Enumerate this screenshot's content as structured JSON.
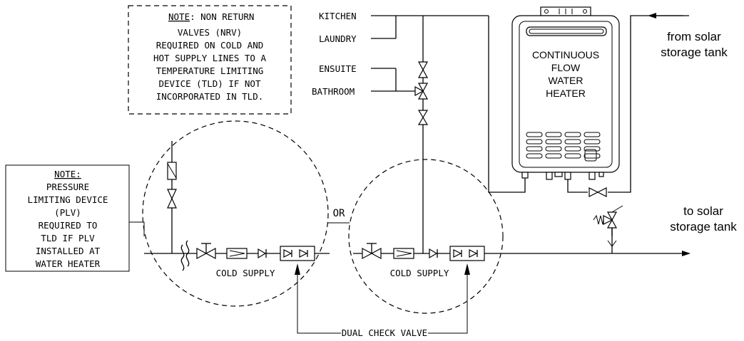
{
  "note_nrv": {
    "title": "NOTE",
    "lines": [
      ": NON RETURN",
      "VALVES (NRV)",
      "REQUIRED ON COLD AND",
      "HOT SUPPLY LINES TO A",
      "TEMPERATURE LIMITING",
      "DEVICE (TLD) IF NOT",
      "INCORPORATED IN TLD."
    ]
  },
  "note_plv": {
    "title": "NOTE:",
    "lines": [
      "PRESSURE",
      "LIMITING DEVICE",
      "(PLV)",
      "REQUIRED TO",
      "TLD IF PLV",
      "INSTALLED AT",
      "WATER HEATER"
    ]
  },
  "outlets": {
    "kitchen": "KITCHEN",
    "laundry": "LAUNDRY",
    "ensuite": "ENSUITE",
    "bathroom": "BATHROOM"
  },
  "heater": {
    "lines": [
      "CONTINUOUS",
      "FLOW",
      "WATER",
      "HEATER"
    ]
  },
  "solar": {
    "from_lines": [
      "from solar",
      "storage tank"
    ],
    "to_lines": [
      "to solar",
      "storage tank"
    ]
  },
  "labels": {
    "or": "OR",
    "cold_supply_left": "COLD SUPPLY",
    "cold_supply_right": "COLD SUPPLY",
    "dual_check_valve": "DUAL CHECK VALVE"
  }
}
